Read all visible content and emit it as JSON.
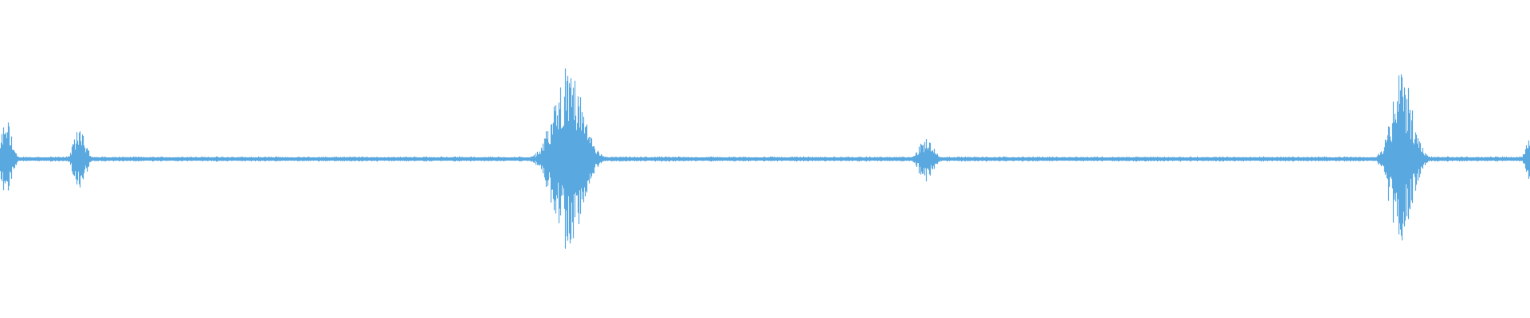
{
  "waveform": {
    "color": "#5aa8e0",
    "baseline_noise_amplitude": 0.018,
    "bursts": [
      {
        "position": 0.004,
        "amplitude": 0.42,
        "duration": 0.006
      },
      {
        "position": 0.052,
        "amplitude": 0.4,
        "duration": 0.006
      },
      {
        "position": 0.371,
        "amplitude": 0.98,
        "duration": 0.016
      },
      {
        "position": 0.605,
        "amplitude": 0.24,
        "duration": 0.008
      },
      {
        "position": 0.916,
        "amplitude": 0.93,
        "duration": 0.012
      },
      {
        "position": 0.999,
        "amplitude": 0.2,
        "duration": 0.004
      }
    ]
  }
}
